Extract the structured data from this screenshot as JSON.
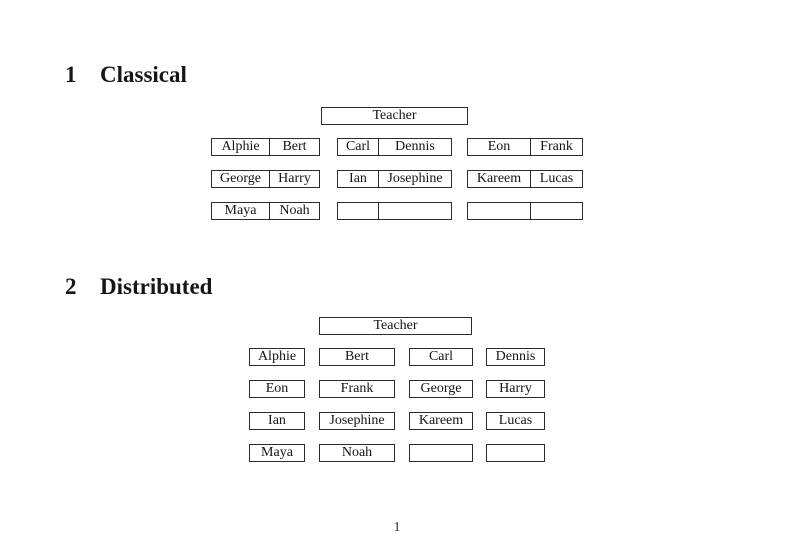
{
  "colors": {
    "background": "#ffffff",
    "text": "#141414",
    "border": "#2b2b2b"
  },
  "page_number": "1",
  "sections": [
    {
      "number": "1",
      "title": "Classical",
      "teacher_label": "Teacher",
      "rows": [
        [
          [
            "Alphie",
            "Bert"
          ],
          [
            "Carl",
            "Dennis"
          ],
          [
            "Eon",
            "Frank"
          ]
        ],
        [
          [
            "George",
            "Harry"
          ],
          [
            "Ian",
            "Josephine"
          ],
          [
            "Kareem",
            "Lucas"
          ]
        ],
        [
          [
            "Maya",
            "Noah"
          ],
          [
            "",
            ""
          ],
          [
            "",
            ""
          ]
        ]
      ]
    },
    {
      "number": "2",
      "title": "Distributed",
      "teacher_label": "Teacher",
      "rows": [
        [
          "Alphie",
          "Bert",
          "Carl",
          "Dennis"
        ],
        [
          "Eon",
          "Frank",
          "George",
          "Harry"
        ],
        [
          "Ian",
          "Josephine",
          "Kareem",
          "Lucas"
        ],
        [
          "Maya",
          "Noah",
          "",
          ""
        ]
      ]
    }
  ]
}
